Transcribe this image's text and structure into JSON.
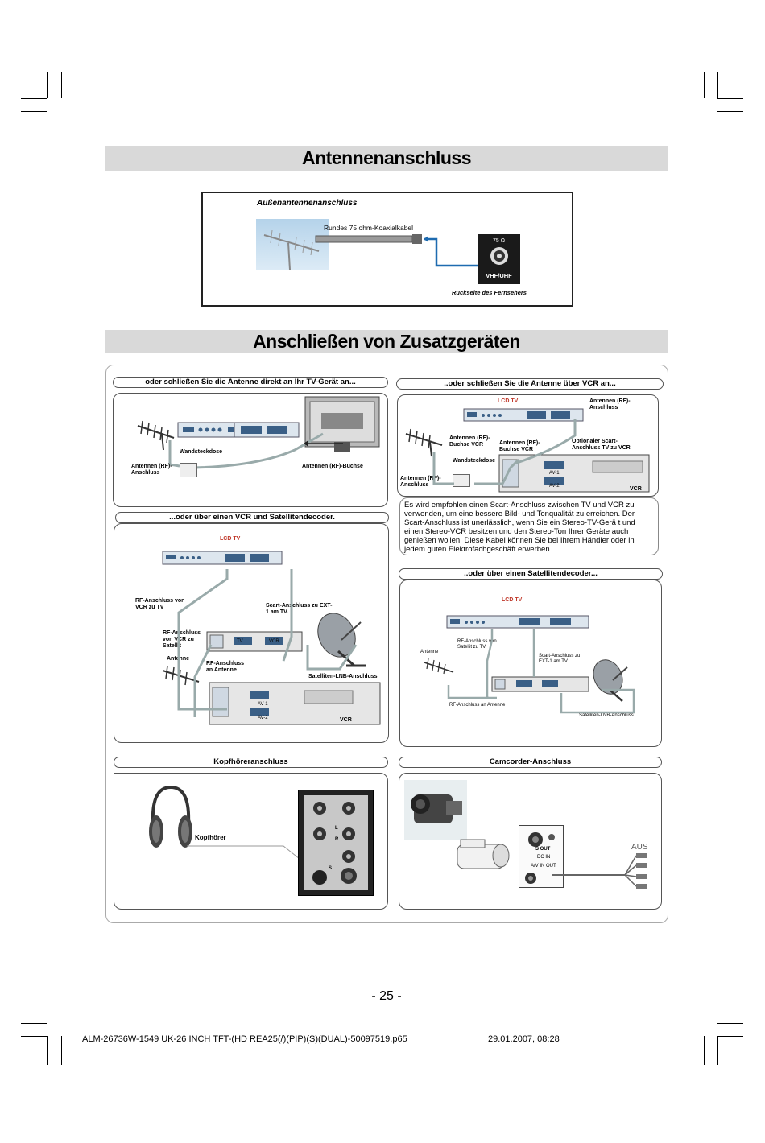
{
  "sections": {
    "antenna_title": "Antennenanschluss",
    "devices_title": "Anschließen von Zusatzgeräten"
  },
  "antenna_box": {
    "heading": "Außenantennenanschluss",
    "cable_label": "Rundes 75 ohm-Koaxialkabel",
    "ohm_label": "75 Ω",
    "vhf_label": "VHF/UHF",
    "back_label": "Rückseite des Fernsehers"
  },
  "panel_direct": {
    "title": "oder schließen Sie die Antenne direkt an Ihr TV-Gerät an...",
    "wall_socket": "Wandsteckdose",
    "rf_connection": "Antennen (RF)-Anschluss",
    "rf_socket": "Antennen (RF)-Buchse"
  },
  "panel_vcr": {
    "title": "..oder schließen Sie die Antenne über VCR an...",
    "lcd_tv": "LCD TV",
    "rf_connection_top": "Antennen (RF)-Anschluss",
    "rf_socket_vcr": "Antennen (RF)-Buchse VCR",
    "rf_socket_vcr2": "Antennen (RF)-Buchse VCR",
    "optional_scart": "Optionaler Scart-Anschluss TV zu VCR",
    "wall_socket": "Wandsteckdose",
    "rf_connection": "Antennen (RF)-Anschluss",
    "vcr": "VCR",
    "av1": "AV-1",
    "av2": "AV-2"
  },
  "info_text": "Es wird empfohlen einen Scart-Anschluss zwischen TV und VCR zu verwenden, um eine bessere Bild- und Tonqualität zu erreichen. Der Scart-Anschluss ist unerlässlich, wenn Sie ein Stereo-TV-Gerä t und einen Stereo-VCR besitzen und den Stereo-Ton Ihrer Geräte auch genießen wollen. Diese Kabel können Sie bei Ihrem Händler oder in jedem guten Elektrofachgeschäft erwerben.",
  "panel_vcr_sat": {
    "title": "...oder über einen VCR und Satellitendecoder.",
    "lcd_tv": "LCD TV",
    "rf_vcr_tv": "RF-Anschluss von VCR zu TV",
    "scart_ext1": "Scart-Anschluss zu EXT-1 am TV.",
    "rf_vcr_sat": "RF-Anschluss von VCR zu Satellit",
    "antenna": "Antenne",
    "rf_antenna": "RF-Anschluss an Antenne",
    "lnb": "Satelliten-LNB-Anschluss",
    "vcr": "VCR",
    "tv": "TV",
    "vcr_tag": "VCR",
    "av1": "AV-1",
    "av2": "AV-2"
  },
  "panel_sat": {
    "title": "..oder über einen Satellitendecoder...",
    "lcd_tv": "LCD TV",
    "rf_vcr_tv": "RF-Anschluss von Satellit zu TV",
    "antenna": "Antenne",
    "scart_ext1": "Scart-Anschluss zu EXT-1 am TV.",
    "rf_antenna": "RF-Anschluss an Antenne",
    "lnb": "Satelliten-LNB-Anschluss"
  },
  "panel_headphones": {
    "title": "Kopfhöreranschluss",
    "label": "Kopfhörer",
    "l_label": "L",
    "r_label": "R",
    "s_label": "S"
  },
  "panel_camcorder": {
    "title": "Camcorder-Anschluss",
    "aus": "AUS",
    "dc_in": "DC IN",
    "av_in_out": "A/V IN OUT",
    "s_out": "S OUT"
  },
  "page_number": "- 25 -",
  "footer": {
    "file": "ALM-26736W-1549 UK-26 INCH TFT-(HD REA25(/)(PIP)(S)(DUAL)-50097519.p65",
    "date": "29.01.2007, 08:28"
  }
}
